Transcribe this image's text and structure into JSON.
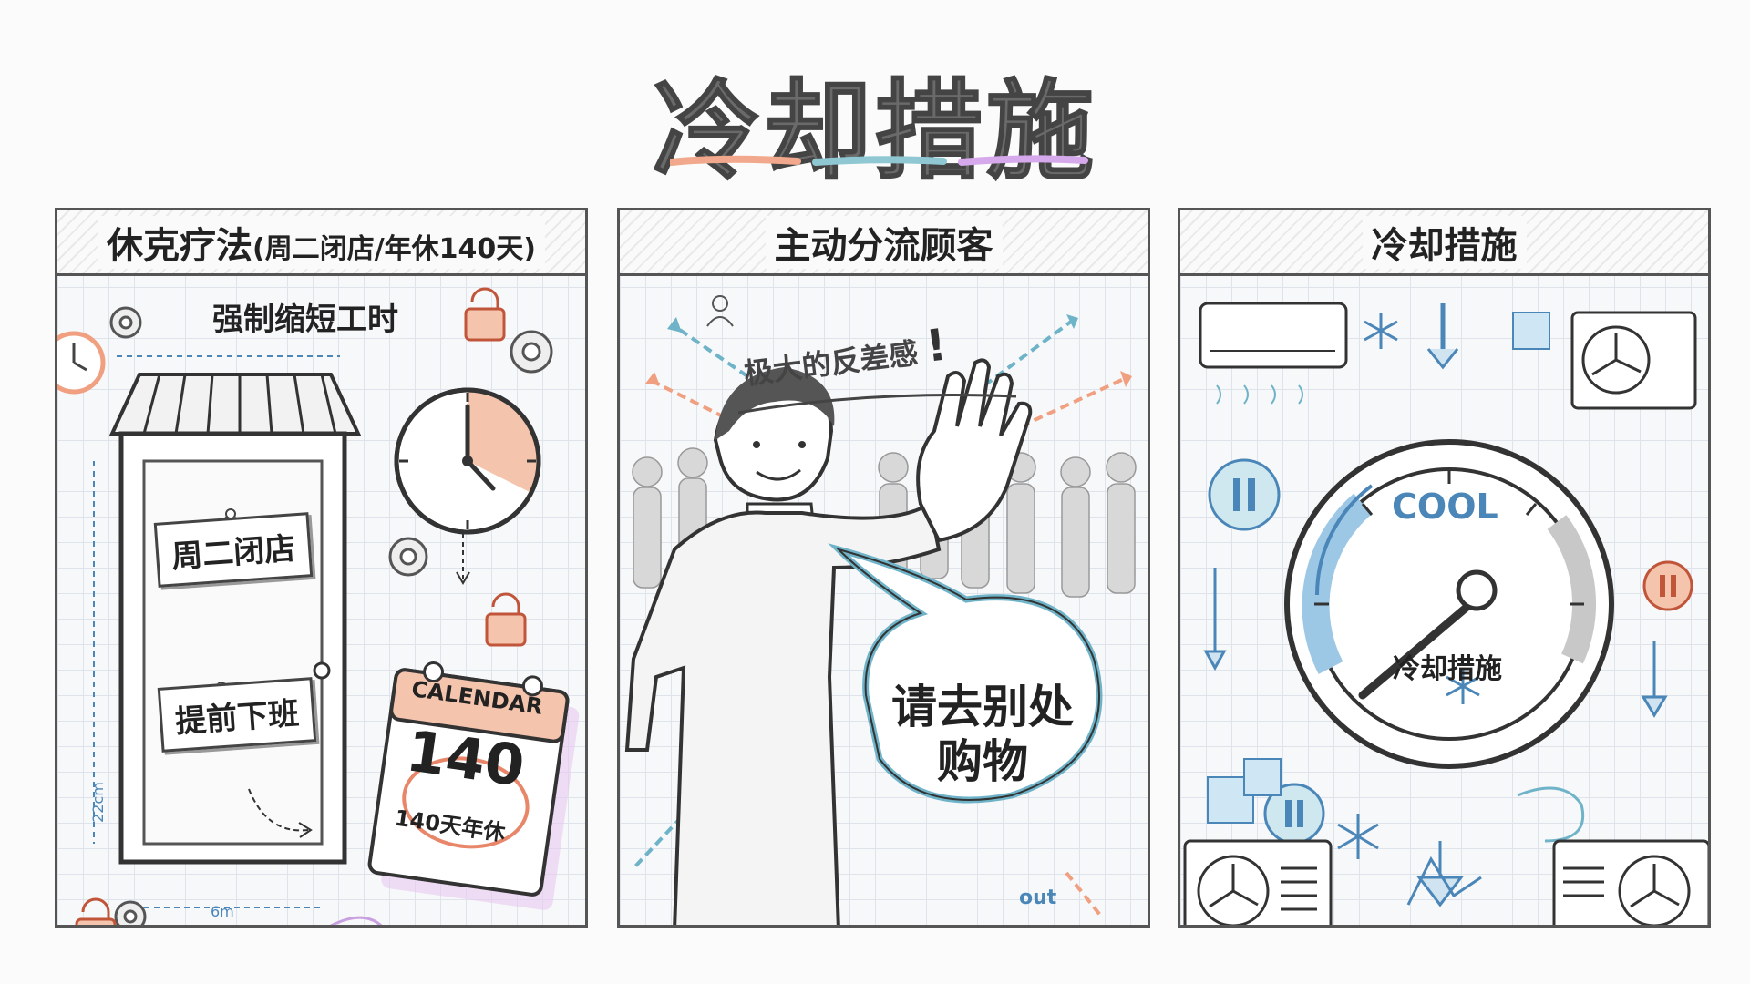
{
  "title": "冷却措施",
  "panels": [
    {
      "header_main": "休克疗法",
      "header_sub": "(周二闭店/年休140天)",
      "subtitle": "强制缩短工时",
      "sign_1": "周二闭店",
      "sign_2": "提前下班",
      "dim_height": "22cm",
      "dim_width": "6m",
      "calendar_header": "CALENDAR",
      "calendar_number": "140",
      "calendar_caption": "140天年休"
    },
    {
      "header": "主动分流顾客",
      "contrast_text": "极大的反差感",
      "exclaim": "!",
      "speech": [
        "请去别处",
        "购物"
      ],
      "out_label": "out"
    },
    {
      "header": "冷却措施",
      "gauge_label": "COOL",
      "gauge_caption": "冷却措施"
    }
  ],
  "colors": {
    "ink": "#444444",
    "accent_orange": "#f0a080",
    "accent_blue": "#6fb3c9",
    "accent_purple": "#c9a0e0",
    "gauge_blue": "#4a86b8"
  }
}
